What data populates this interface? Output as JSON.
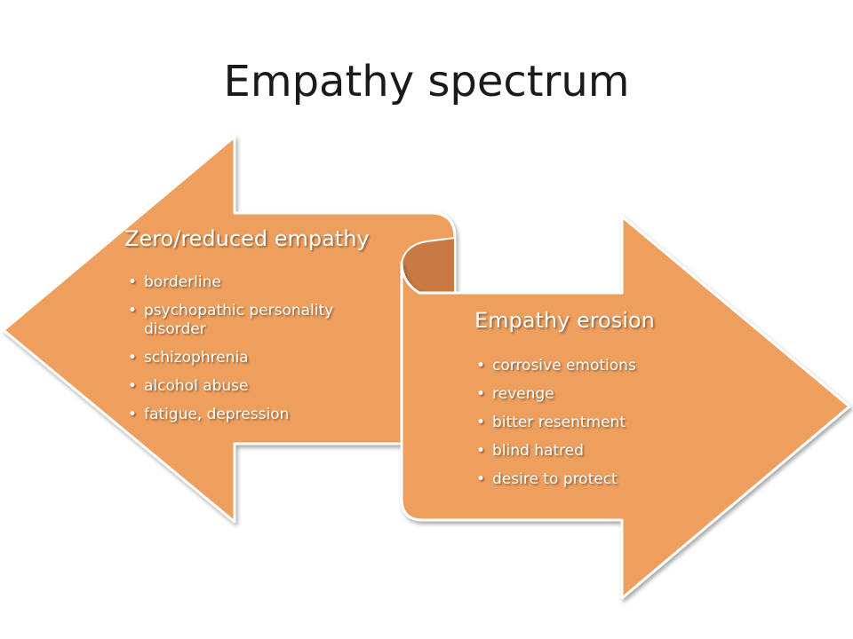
{
  "title": "Empathy spectrum",
  "colors": {
    "arrow_fill": "#ef9f5d",
    "arrow_fold": "#c97a44",
    "arrow_edge": "#ffffff",
    "text": "#ffffff",
    "title": "#1a1a1a"
  },
  "left_arrow": {
    "direction": "left",
    "heading": "Zero/reduced  empathy",
    "items": [
      "borderline",
      "psychopathic personality disorder",
      "schizophrenia",
      "alcohol abuse",
      "fatigue, depression"
    ]
  },
  "right_arrow": {
    "direction": "right",
    "heading": "Empathy erosion",
    "items": [
      "corrosive emotions",
      "revenge",
      "bitter resentment",
      "blind hatred",
      "desire to protect"
    ]
  },
  "bullet_glyph": "•"
}
